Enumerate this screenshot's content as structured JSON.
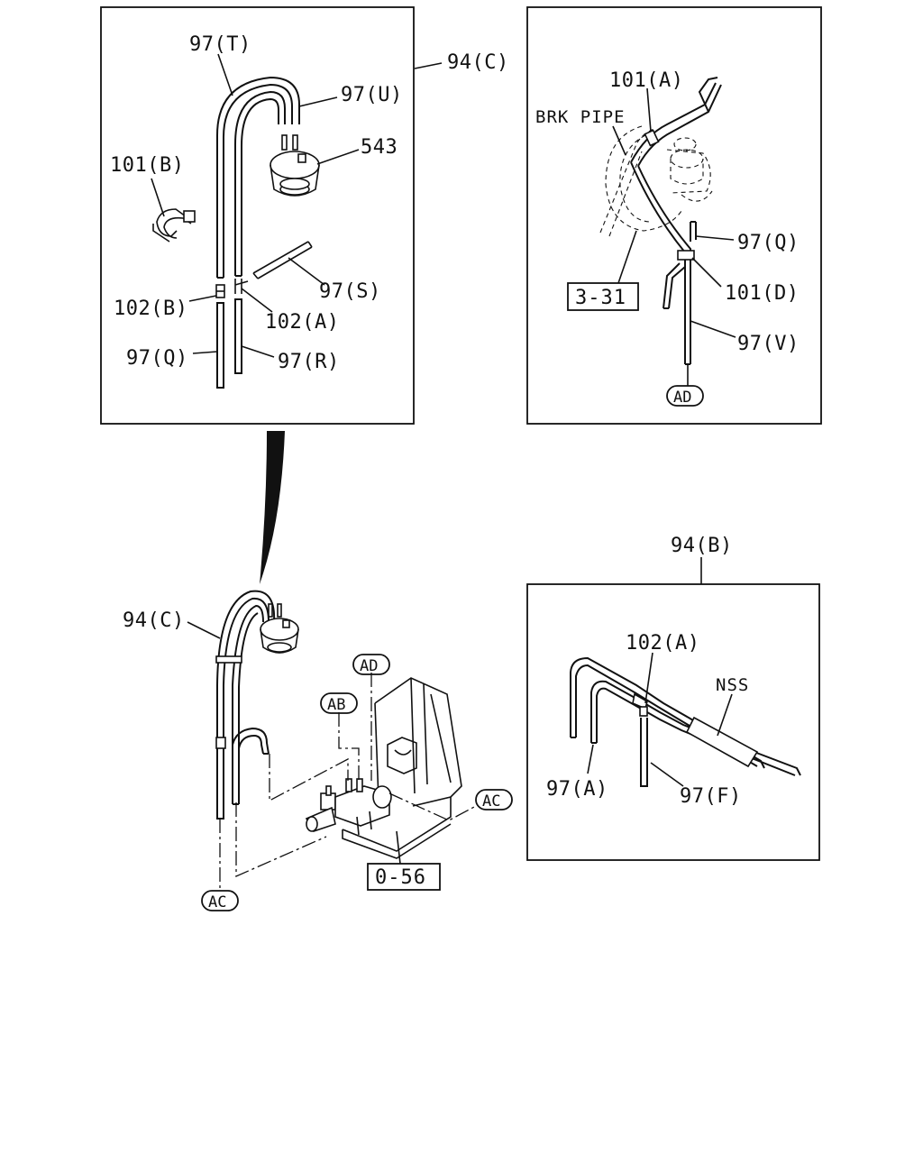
{
  "panel_top_left": {
    "title": "94(C)",
    "labels": [
      "97(T)",
      "97(U)",
      "543",
      "101(B)",
      "97(S)",
      "102(B)",
      "102(A)",
      "97(Q)",
      "97(R)"
    ]
  },
  "panel_top_right": {
    "labels": [
      "101(A)",
      "BRK PIPE",
      "97(Q)",
      "101(D)",
      "97(V)"
    ],
    "ref_box": "3-31",
    "circle_ref": "AD"
  },
  "main_assembly": {
    "labels": [
      "94(C)"
    ],
    "circle_refs": [
      "AD",
      "AB",
      "AC",
      "AC"
    ],
    "ref_box": "0-56"
  },
  "panel_bottom_right": {
    "title": "94(B)",
    "labels": [
      "102(A)",
      "NSS",
      "97(A)",
      "97(F)"
    ]
  }
}
